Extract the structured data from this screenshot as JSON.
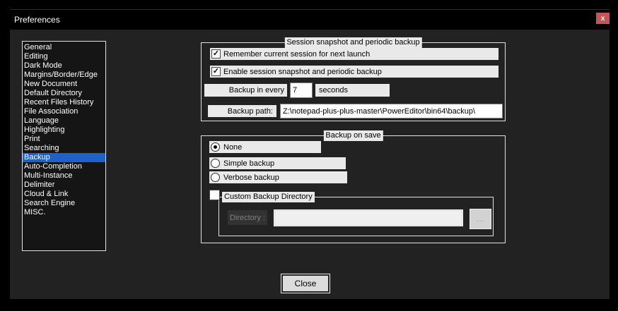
{
  "window": {
    "title": "Preferences",
    "close_glyph": "x"
  },
  "sidebar": {
    "items": [
      {
        "label": "General",
        "selected": false
      },
      {
        "label": "Editing",
        "selected": false
      },
      {
        "label": "Dark Mode",
        "selected": false
      },
      {
        "label": "Margins/Border/Edge",
        "selected": false
      },
      {
        "label": "New Document",
        "selected": false
      },
      {
        "label": "Default Directory",
        "selected": false
      },
      {
        "label": "Recent Files History",
        "selected": false
      },
      {
        "label": "File Association",
        "selected": false
      },
      {
        "label": "Language",
        "selected": false
      },
      {
        "label": "Highlighting",
        "selected": false
      },
      {
        "label": "Print",
        "selected": false
      },
      {
        "label": "Searching",
        "selected": false
      },
      {
        "label": "Backup",
        "selected": true
      },
      {
        "label": "Auto-Completion",
        "selected": false
      },
      {
        "label": "Multi-Instance",
        "selected": false
      },
      {
        "label": "Delimiter",
        "selected": false
      },
      {
        "label": "Cloud & Link",
        "selected": false
      },
      {
        "label": "Search Engine",
        "selected": false
      },
      {
        "label": "MISC.",
        "selected": false
      }
    ]
  },
  "session_group": {
    "title": "Session snapshot and periodic backup",
    "checkboxes": [
      {
        "label": "Remember current session for next launch",
        "checked": true,
        "check_glyph": "✓"
      },
      {
        "label": "Enable session snapshot and periodic backup",
        "checked": true,
        "check_glyph": "✓"
      }
    ],
    "interval": {
      "label_before": "Backup in every",
      "value": "7",
      "label_after": "seconds"
    },
    "path": {
      "label": "Backup path:",
      "value": "Z:\\notepad-plus-plus-master\\PowerEditor\\bin64\\backup\\"
    }
  },
  "backup_on_save_group": {
    "title": "Backup on save",
    "options": [
      {
        "label": "None",
        "selected": true
      },
      {
        "label": "Simple backup",
        "selected": false
      },
      {
        "label": "Verbose backup",
        "selected": false
      }
    ],
    "custom_dir": {
      "title": "Custom Backup Directory",
      "checked": false,
      "directory_label": "Directory :",
      "directory_value": "",
      "browse_label": "..."
    }
  },
  "footer": {
    "close_label": "Close"
  },
  "colors": {
    "selection_blue": "#1e62c7",
    "strip_gray": "#e9e9e9",
    "dialog_bg": "#222222",
    "titlebar_close_red": "#c95456"
  }
}
